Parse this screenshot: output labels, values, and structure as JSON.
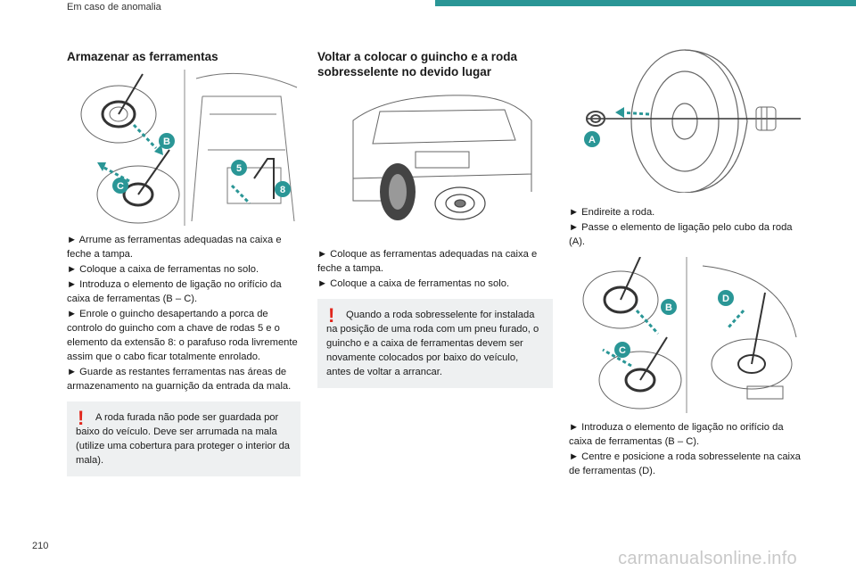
{
  "header": {
    "section": "Em caso de anomalia"
  },
  "col1": {
    "title": "Armazenar as ferramentas",
    "figure": {
      "callouts": [
        "B",
        "C",
        "5",
        "8"
      ]
    },
    "steps": [
      "► Arrume as ferramentas adequadas na caixa e feche a tampa.",
      "► Coloque a caixa de ferramentas no solo.",
      "► Introduza o elemento de ligação no orifício da caixa de ferramentas (B – C).",
      "► Enrole o guincho desapertando a porca de controlo do guincho com a chave de rodas 5 e o elemento da extensão 8: o parafuso roda livremente assim que o cabo ficar totalmente enrolado.",
      "► Guarde as restantes ferramentas nas áreas de armazenamento na guarnição da entrada da mala."
    ],
    "warning": "A roda furada não pode ser guardada por baixo do veículo. Deve ser arrumada na mala (utilize uma cobertura para proteger o interior da mala)."
  },
  "col2": {
    "title": "Voltar a colocar o guincho e a roda sobresselente no devido lugar",
    "steps": [
      "► Coloque as ferramentas adequadas na caixa e feche a tampa.",
      "► Coloque a caixa de ferramentas no solo."
    ],
    "warning": "Quando a roda sobresselente for instalada na posição de uma roda com um pneu furado, o guincho e a caixa de ferramentas devem ser novamente colocados por baixo do veículo, antes de voltar a arrancar."
  },
  "col3": {
    "figure_top": {
      "callouts": [
        "A"
      ]
    },
    "steps_top": [
      "► Endireite a roda.",
      "► Passe o elemento de ligação pelo cubo da roda (A)."
    ],
    "figure_bottom": {
      "callouts": [
        "B",
        "C",
        "D"
      ]
    },
    "steps_bottom": [
      "► Introduza o elemento de ligação no orifício da caixa de ferramentas (B – C).",
      "► Centre e posicione a roda sobresselente na caixa de ferramentas (D)."
    ]
  },
  "footer": {
    "page_number": "210",
    "watermark": "carmanualsonline.info"
  },
  "colors": {
    "accent": "#2a9696",
    "callout": "#2a9696",
    "warning": "#e1261c",
    "box_bg": "#eef0f1"
  }
}
